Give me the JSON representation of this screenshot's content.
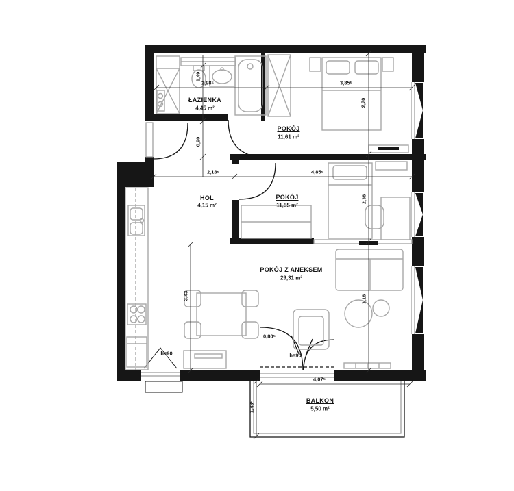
{
  "rooms": [
    {
      "id": "lazienka",
      "name": "ŁAZIENKA",
      "area": "4,45 m²"
    },
    {
      "id": "pokoj-1",
      "name": "POKÓJ",
      "area": "11,61 m²"
    },
    {
      "id": "pokoj-2",
      "name": "POKÓJ",
      "area": "11,55 m²"
    },
    {
      "id": "hol",
      "name": "HOL",
      "area": "4,15 m²"
    },
    {
      "id": "pokoj-z-aneksem",
      "name": "POKÓJ Z ANEKSEM",
      "area": "29,31 m²"
    },
    {
      "id": "balkon",
      "name": "BALKON",
      "area": "5,50 m²"
    }
  ],
  "dimensions": {
    "bath_width": "2,98⁵",
    "bedroom1_width": "3,85⁵",
    "bedroom1_depth": "2,70",
    "hol_width": "2,18⁵",
    "bedroom2_width": "4,85⁵",
    "bedroom2_depth": "2,38",
    "living_depth_right": "3,18",
    "living_depth_left": "3,43",
    "bath_depth": "1,49",
    "entrance_door_width": "0,90",
    "balcony_door_leaf": "0,80⁵",
    "balcony_width": "4,07⁵",
    "balcony_depth": "1,48⁵"
  },
  "annotations": {
    "window_sill_height": "h=90",
    "balcony_door_sill_height": "h=90"
  },
  "colors": {
    "wall": "#161616",
    "furniture": "#a8a8a8",
    "window": "#9a9a9a",
    "dimension": "#2a2a2a",
    "background": "#ffffff"
  }
}
